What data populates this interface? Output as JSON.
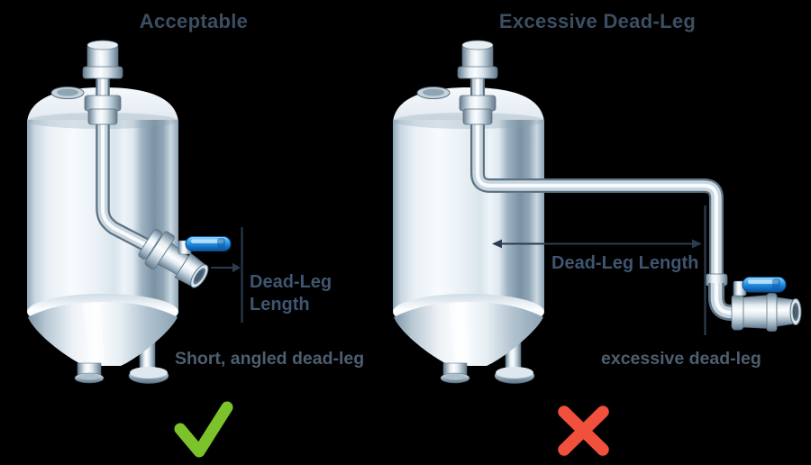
{
  "figure": {
    "description": "Comparison of acceptable short angled dead-leg versus excessive dead-leg piping on two process tanks",
    "background_color": "#000000",
    "panels": [
      {
        "id": "acceptable",
        "title": "Acceptable",
        "dimension_label": "Dead-Leg Length",
        "caption": "Short, angled dead-leg",
        "verdict": "pass",
        "verdict_icon": "green-checkmark"
      },
      {
        "id": "excessive",
        "title": "Excessive Dead-Leg",
        "dimension_label": "Dead-Leg Length",
        "caption": "excessive dead-leg",
        "verdict": "fail",
        "verdict_icon": "red-x"
      }
    ],
    "colors": {
      "title_text": "#3c4e62",
      "label_text": "#3f5570",
      "caption_text": "#4d5e6e",
      "dimension_line": "#2b3c50",
      "valve_handle_blue": "#1e88dd",
      "checkmark_green": "#7cc22a",
      "x_mark_red": "#f1503c",
      "tank_metal_light": "#f8fbfd",
      "tank_metal_dark": "#7b92a4"
    }
  }
}
